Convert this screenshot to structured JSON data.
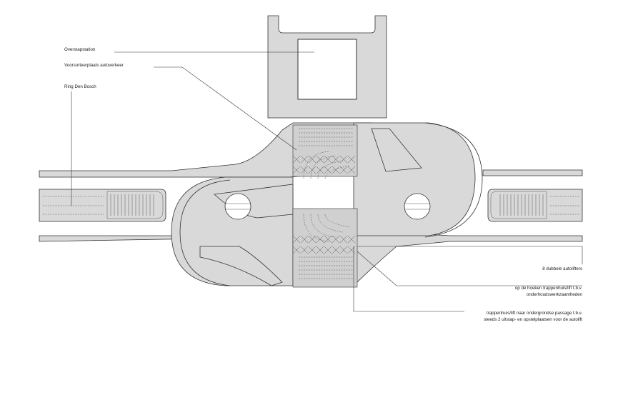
{
  "labels": {
    "overstapstation": "Overstapstation",
    "voorsorteerplaats": "Voorsorteerplaats autoverkeer",
    "ring": "Ring Den Bosch",
    "autolifters": "8 dubbele autolifters",
    "hoeken_line1": "op de hoeken trappenhuis/lift t.b.v.",
    "hoeken_line2": "onderhoudswerkzaamheden",
    "passage_line1": "trappenhuis/lift naar ondergrondse passage t.b.v.",
    "passage_line2": "steeds 2 uitstap- en opstelplaatsen voor de autolift"
  },
  "colors": {
    "road_fill": "#d9d9d9",
    "stroke": "#333333",
    "background": "#ffffff"
  }
}
